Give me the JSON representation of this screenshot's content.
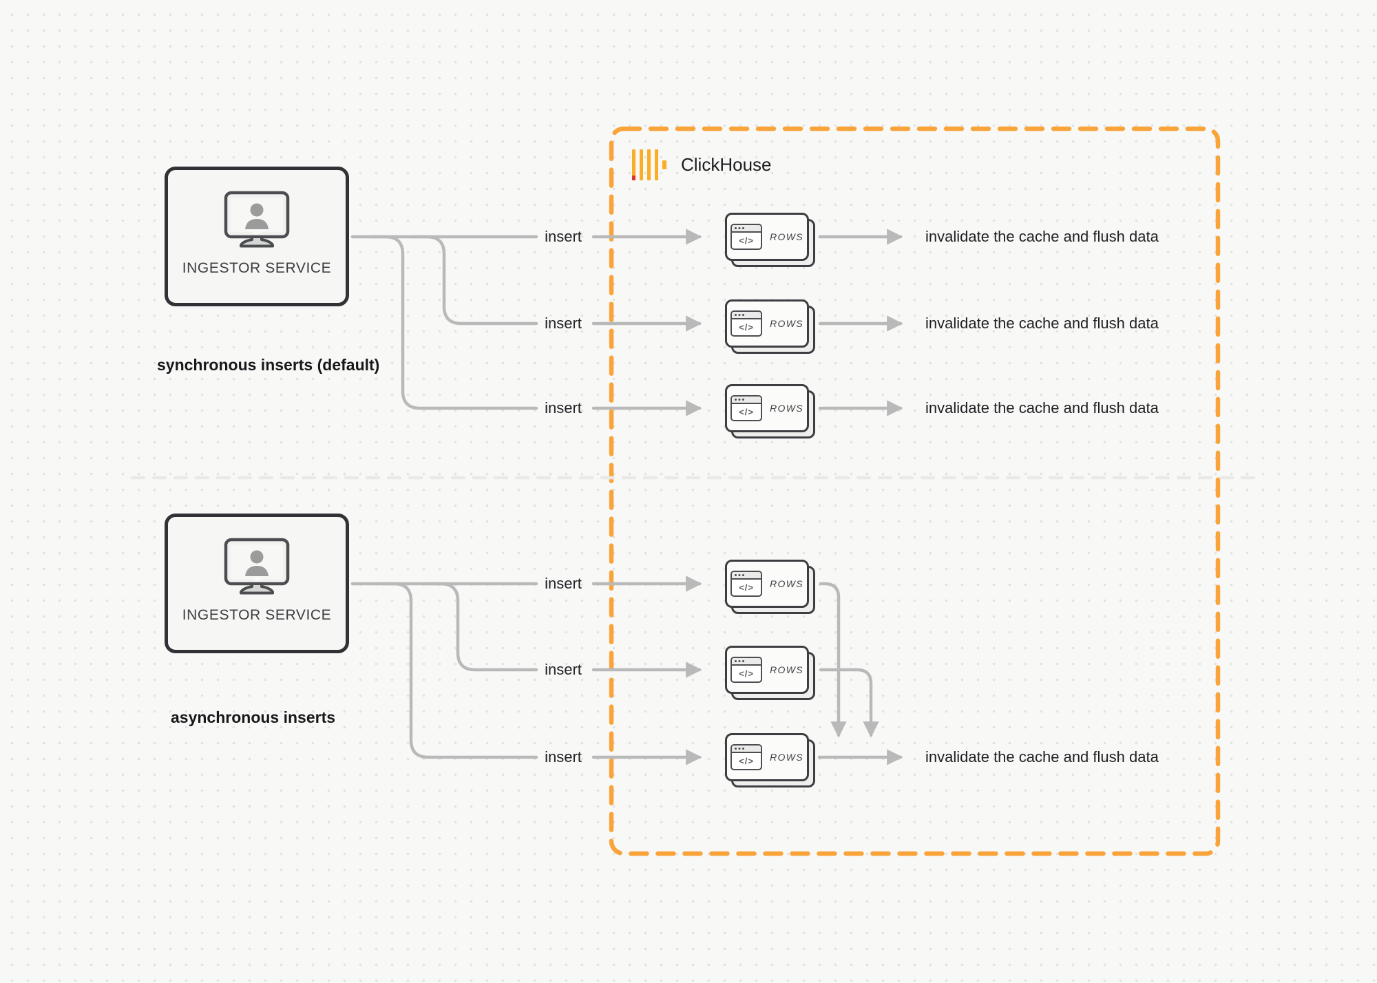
{
  "clickhouse": {
    "label": "ClickHouse"
  },
  "labels": {
    "insert": "insert",
    "rows_card": "ROWS",
    "invalidate": "invalidate the cache and flush data",
    "ingestor_service": "INGESTOR SERVICE",
    "code_glyph": "</>"
  },
  "sections": [
    {
      "caption": "synchronous inserts (default)",
      "source_label": "INGESTOR SERVICE",
      "rows": [
        {
          "insert": "insert",
          "card": "ROWS",
          "result": "invalidate the cache and flush data"
        },
        {
          "insert": "insert",
          "card": "ROWS",
          "result": "invalidate the cache and flush data"
        },
        {
          "insert": "insert",
          "card": "ROWS",
          "result": "invalidate the cache and flush data"
        }
      ]
    },
    {
      "caption": "asynchronous inserts",
      "source_label": "INGESTOR SERVICE",
      "rows": [
        {
          "insert": "insert",
          "card": "ROWS"
        },
        {
          "insert": "insert",
          "card": "ROWS"
        },
        {
          "insert": "insert",
          "card": "ROWS",
          "result": "invalidate the cache and flush data"
        }
      ]
    }
  ],
  "icons": {
    "source_icon": "monitor-user-icon",
    "card_icon": "browser-window-icon",
    "brand_icon": "clickhouse-logo"
  },
  "colors": {
    "accent_orange": "#F9A43B",
    "logo_amber": "#FBAD24",
    "logo_red": "#E5312B",
    "connector_gray": "#B9B9B9",
    "dark_border": "#303236",
    "background": "#F8F8F7"
  }
}
